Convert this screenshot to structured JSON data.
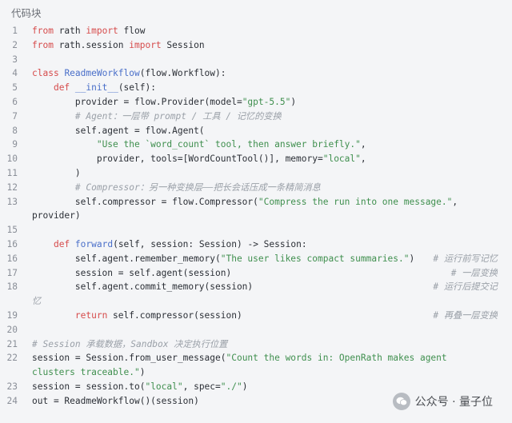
{
  "header": {
    "label": "代码块"
  },
  "lines": [
    {
      "n": "1",
      "segs": [
        [
          "kw",
          "from"
        ],
        [
          "plain",
          " rath "
        ],
        [
          "kw",
          "import"
        ],
        [
          "plain",
          " flow"
        ]
      ]
    },
    {
      "n": "2",
      "segs": [
        [
          "kw",
          "from"
        ],
        [
          "plain",
          " rath.session "
        ],
        [
          "kw",
          "import"
        ],
        [
          "plain",
          " Session"
        ]
      ]
    },
    {
      "n": "3",
      "segs": []
    },
    {
      "n": "4",
      "segs": [
        [
          "kw",
          "class"
        ],
        [
          "plain",
          " "
        ],
        [
          "fn",
          "ReadmeWorkflow"
        ],
        [
          "plain",
          "(flow.Workflow):"
        ]
      ]
    },
    {
      "n": "5",
      "segs": [
        [
          "plain",
          "    "
        ],
        [
          "kw",
          "def"
        ],
        [
          "plain",
          " "
        ],
        [
          "fn",
          "__init__"
        ],
        [
          "plain",
          "(self):"
        ]
      ]
    },
    {
      "n": "6",
      "segs": [
        [
          "plain",
          "        provider = flow.Provider(model="
        ],
        [
          "str",
          "\"gpt-5.5\""
        ],
        [
          "plain",
          ")"
        ]
      ]
    },
    {
      "n": "7",
      "segs": [
        [
          "plain",
          "        "
        ],
        [
          "cm",
          "# Agent：一层带 prompt / 工具 / 记忆的变换"
        ]
      ]
    },
    {
      "n": "8",
      "segs": [
        [
          "plain",
          "        self.agent = flow.Agent("
        ]
      ]
    },
    {
      "n": "9",
      "segs": [
        [
          "plain",
          "            "
        ],
        [
          "str",
          "\"Use the `word_count` tool, then answer briefly.\""
        ],
        [
          "plain",
          ","
        ]
      ]
    },
    {
      "n": "10",
      "segs": [
        [
          "plain",
          "            provider, tools=[WordCountTool()], memory="
        ],
        [
          "str",
          "\"local\""
        ],
        [
          "plain",
          ","
        ]
      ]
    },
    {
      "n": "11",
      "segs": [
        [
          "plain",
          "        )"
        ]
      ]
    },
    {
      "n": "12",
      "segs": [
        [
          "plain",
          "        "
        ],
        [
          "cm",
          "# Compressor：另一种变换层——把长会话压成一条精简消息"
        ]
      ]
    },
    {
      "n": "13",
      "segs": [
        [
          "plain",
          "        self.compressor = flow.Compressor("
        ],
        [
          "str",
          "\"Compress the run into one message.\""
        ],
        [
          "plain",
          ","
        ]
      ]
    },
    {
      "n": "",
      "segs": [
        [
          "plain",
          "provider)"
        ]
      ],
      "wrap": true
    },
    {
      "n": "15",
      "segs": []
    },
    {
      "n": "16",
      "segs": [
        [
          "plain",
          "    "
        ],
        [
          "kw",
          "def"
        ],
        [
          "plain",
          " "
        ],
        [
          "fn",
          "forward"
        ],
        [
          "plain",
          "(self, session: Session) -> Session:"
        ]
      ]
    },
    {
      "n": "16",
      "segs": [
        [
          "plain",
          "        self.agent.remember_memory("
        ],
        [
          "str",
          "\"The user likes compact summaries.\""
        ],
        [
          "plain",
          ")"
        ]
      ],
      "rc": "# 运行前写记忆"
    },
    {
      "n": "17",
      "segs": [
        [
          "plain",
          "        session = self.agent(session)"
        ]
      ],
      "rc": "# 一层变换"
    },
    {
      "n": "18",
      "segs": [
        [
          "plain",
          "        self.agent.commit_memory(session)"
        ]
      ],
      "rc": "# 运行后提交记"
    },
    {
      "n": "",
      "segs": [
        [
          "cm",
          "忆"
        ]
      ],
      "wrap": true
    },
    {
      "n": "19",
      "segs": [
        [
          "plain",
          "        "
        ],
        [
          "kw",
          "return"
        ],
        [
          "plain",
          " self.compressor(session)"
        ]
      ],
      "rc": "# 再叠一层变换"
    },
    {
      "n": "20",
      "segs": []
    },
    {
      "n": "21",
      "segs": [
        [
          "cm",
          "# Session 承载数据，Sandbox 决定执行位置"
        ]
      ]
    },
    {
      "n": "22",
      "segs": [
        [
          "plain",
          "session = Session.from_user_message("
        ],
        [
          "str",
          "\"Count the words in: OpenRath makes agent"
        ]
      ]
    },
    {
      "n": "",
      "segs": [
        [
          "str",
          "clusters traceable.\""
        ],
        [
          "plain",
          ")"
        ]
      ],
      "wrap": true
    },
    {
      "n": "23",
      "segs": [
        [
          "plain",
          "session = session.to("
        ],
        [
          "str",
          "\"local\""
        ],
        [
          "plain",
          ", spec="
        ],
        [
          "str",
          "\"./\""
        ],
        [
          "plain",
          ")"
        ]
      ]
    },
    {
      "n": "24",
      "segs": [
        [
          "plain",
          "out = ReadmeWorkflow()(session)"
        ]
      ]
    }
  ],
  "watermark": {
    "text": "公众号 · 量子位",
    "icon": "wechat-icon"
  }
}
